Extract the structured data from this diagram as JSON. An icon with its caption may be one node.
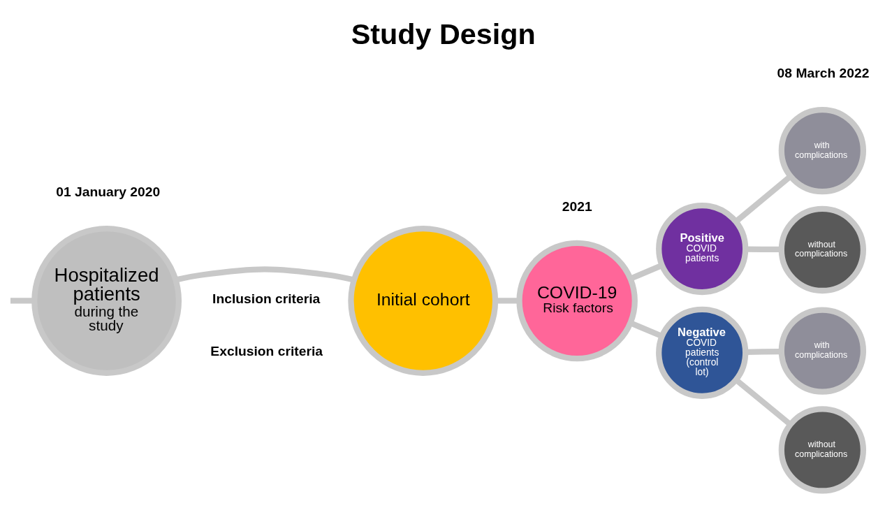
{
  "diagram": {
    "title": "Study Design",
    "nodes": [
      {
        "text": [
          "Hospitalized patients",
          "during the study"
        ]
      },
      {
        "text": [
          "Initial cohort"
        ]
      },
      {
        "text": [
          "COVID-19",
          "Risk factors"
        ]
      },
      {
        "text": [
          "Positive",
          "COVID patients"
        ]
      },
      {
        "text": [
          "Negative",
          "COVID patients (control lot)"
        ]
      },
      {
        "text": [
          "with complications"
        ]
      },
      {
        "text": [
          "without complications"
        ]
      },
      {
        "text": [
          "with complications"
        ]
      },
      {
        "text": [
          "without complications"
        ]
      }
    ],
    "edges": [
      {
        "from": null,
        "to": 0,
        "arrow": "none"
      },
      {
        "from": 0,
        "to": 1,
        "arrow": "none"
      },
      {
        "from": 1,
        "to": 2,
        "arrow": "none"
      },
      {
        "from": 2,
        "to": 3,
        "arrow": "none"
      },
      {
        "from": 2,
        "to": 4,
        "arrow": "none"
      },
      {
        "from": 3,
        "to": 5,
        "arrow": "none"
      },
      {
        "from": 3,
        "to": 6,
        "arrow": "none"
      },
      {
        "from": 4,
        "to": 7,
        "arrow": "none"
      },
      {
        "from": 4,
        "to": 8,
        "arrow": "none"
      }
    ],
    "labels": [
      "Inclusion criteria",
      "Exclusion criteria",
      "01 January 2020",
      "2021",
      "08 March 2022"
    ]
  }
}
